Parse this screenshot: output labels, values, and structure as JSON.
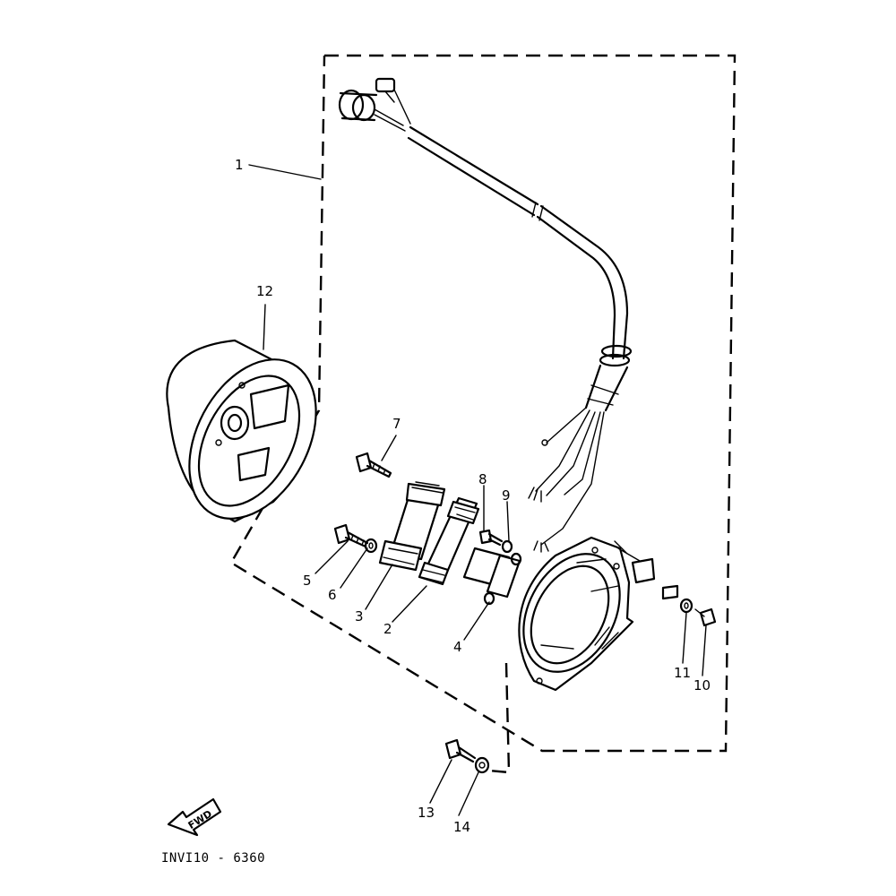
{
  "diagram": {
    "callouts": {
      "c1": "1",
      "c2": "2",
      "c3": "3",
      "c4": "4",
      "c5": "5",
      "c6": "6",
      "c7": "7",
      "c8": "8",
      "c9": "9",
      "c10": "10",
      "c11": "11",
      "c12": "12",
      "c13": "13",
      "c14": "14"
    },
    "fwd_label": "FWD",
    "drawing_code": "INVI10 - 6360"
  }
}
